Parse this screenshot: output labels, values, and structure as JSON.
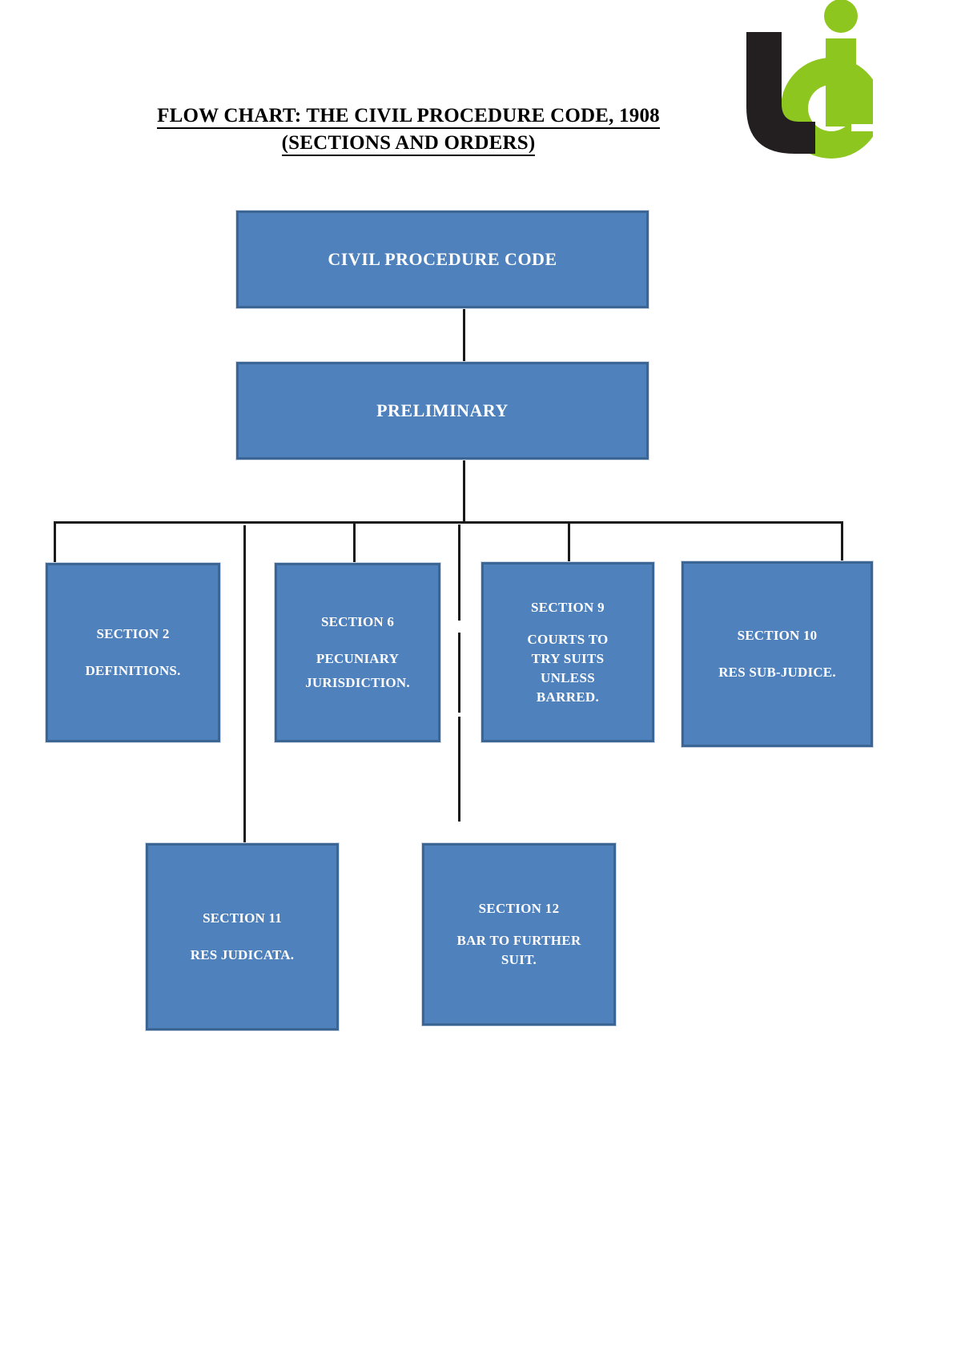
{
  "document": {
    "title_line_1": "FLOW CHART: THE CIVIL PROCEDURE CODE, 1908",
    "title_line_2": "(SECTIONS AND ORDERS)"
  },
  "logo": {
    "name": "bci-logo",
    "dark_color": "#231f20",
    "green_color": "#8dc61f"
  },
  "colors": {
    "node_fill": "#4f81bd",
    "node_border": "#3a6595",
    "node_text": "#ffffff",
    "connector": "#1a1a1a",
    "page_background": "#ffffff"
  },
  "chart_data": {
    "type": "diagram",
    "title": "FLOW CHART: THE CIVIL PROCEDURE CODE, 1908 (SECTIONS AND ORDERS)",
    "nodes": [
      {
        "id": "root",
        "heading": "CIVIL PROCEDURE CODE",
        "subtitle": ""
      },
      {
        "id": "preliminary",
        "heading": "PRELIMINARY",
        "subtitle": ""
      },
      {
        "id": "section2",
        "heading": "SECTION 2",
        "subtitle": "DEFINITIONS."
      },
      {
        "id": "section6",
        "heading": "SECTION 6",
        "subtitle": "PECUNIARY JURISDICTION."
      },
      {
        "id": "section9",
        "heading": "SECTION 9",
        "subtitle": "COURTS TO TRY SUITS UNLESS BARRED."
      },
      {
        "id": "section10",
        "heading": "SECTION 10",
        "subtitle": "RES SUB-JUDICE."
      },
      {
        "id": "section11",
        "heading": "SECTION 11",
        "subtitle": "RES JUDICATA."
      },
      {
        "id": "section12",
        "heading": "SECTION 12",
        "subtitle": "BAR TO FURTHER SUIT."
      }
    ],
    "edges": [
      {
        "from": "root",
        "to": "preliminary"
      },
      {
        "from": "preliminary",
        "to": "section2"
      },
      {
        "from": "preliminary",
        "to": "section6"
      },
      {
        "from": "preliminary",
        "to": "section9"
      },
      {
        "from": "preliminary",
        "to": "section10"
      },
      {
        "from": "preliminary",
        "to": "section11"
      },
      {
        "from": "preliminary",
        "to": "section12"
      }
    ]
  },
  "nodes": {
    "root": {
      "heading": "CIVIL PROCEDURE CODE"
    },
    "preliminary": {
      "heading": "PRELIMINARY"
    },
    "section2": {
      "heading": "SECTION 2",
      "line2": "DEFINITIONS."
    },
    "section6": {
      "heading": "SECTION 6",
      "line2": "PECUNIARY",
      "line3": "JURISDICTION."
    },
    "section9": {
      "heading": "SECTION 9",
      "line2": "COURTS TO",
      "line3": "TRY SUITS",
      "line4": "UNLESS",
      "line5": "BARRED."
    },
    "section10": {
      "heading": "SECTION 10",
      "line2": "RES SUB-JUDICE."
    },
    "section11": {
      "heading": "SECTION 11",
      "line2": "RES JUDICATA."
    },
    "section12": {
      "heading": "SECTION 12",
      "line2": "BAR TO FURTHER",
      "line3": "SUIT."
    }
  }
}
